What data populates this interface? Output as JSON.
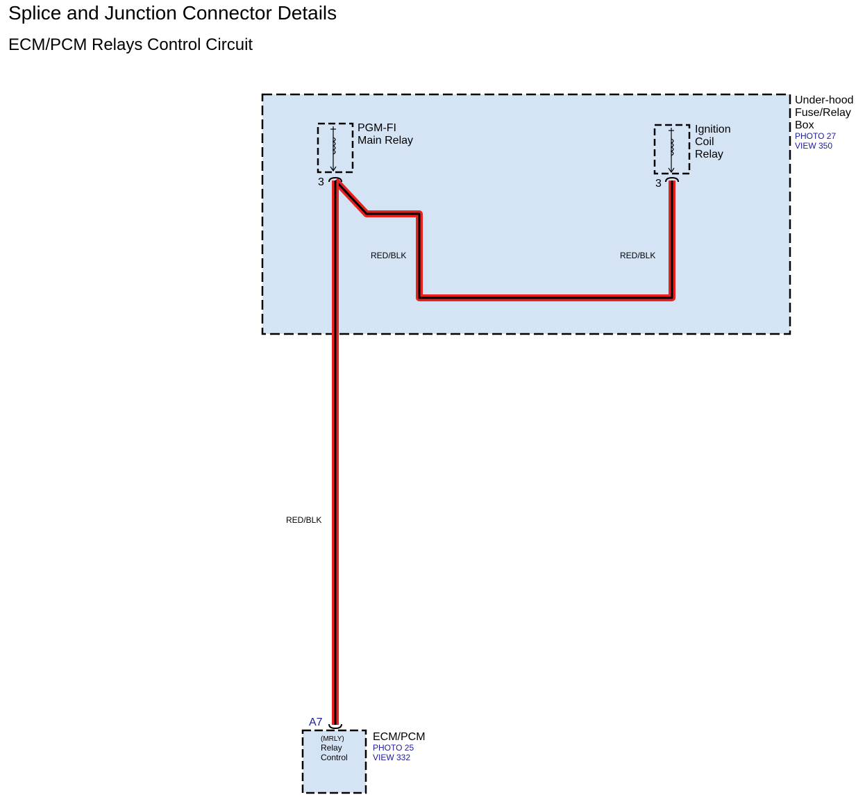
{
  "header": {
    "title": "Splice and Junction Connector Details",
    "subtitle": "ECM/PCM Relays Control Circuit"
  },
  "fuse_box": {
    "name_lines": [
      "Under-hood",
      "Fuse/Relay",
      "Box"
    ],
    "photo": "PHOTO 27",
    "view": "VIEW 350"
  },
  "relays": [
    {
      "name_lines": [
        "PGM-FI",
        "Main Relay"
      ],
      "pin": "3"
    },
    {
      "name_lines": [
        "Ignition",
        "Coil",
        "Relay"
      ],
      "pin": "3"
    }
  ],
  "wires": [
    {
      "color_code": "RED/BLK"
    },
    {
      "color_code": "RED/BLK"
    },
    {
      "color_code": "RED/BLK"
    }
  ],
  "ecm": {
    "pin": "A7",
    "terminal_code": "(MRLY)",
    "terminal_lines": [
      "Relay",
      "Control"
    ],
    "name": "ECM/PCM",
    "photo": "PHOTO 25",
    "view": "VIEW 332"
  },
  "colors": {
    "box_fill": "#d4e4f5",
    "wire_red": "#e82020",
    "wire_black": "#000000",
    "ref_blue": "#1a1a9c"
  }
}
